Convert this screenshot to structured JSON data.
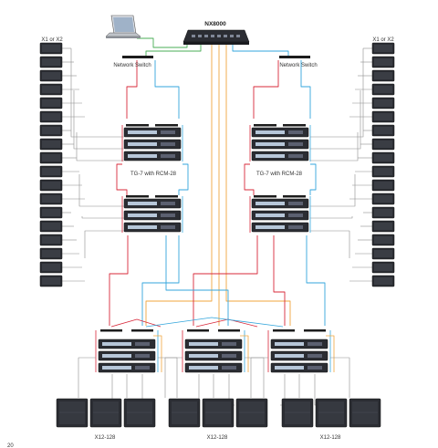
{
  "labels": {
    "nx": "NX8000",
    "switch_left": "Network Switch",
    "switch_right": "Network Switch",
    "speakers_left": "X1 or X2",
    "speakers_right": "X1 or X2",
    "tg_left": "TG-7 with RCM-28",
    "tg_right": "TG-7 with RCM-28",
    "x12_left": "X12-128",
    "x12_center": "X12-128",
    "x12_right": "X12-128",
    "page_number": "20"
  },
  "colors": {
    "red": "#d8283a",
    "blue": "#33a6dc",
    "orange": "#f0a63e",
    "green": "#48ad55",
    "gray": "#8e8e8e",
    "black": "#1c1c1c",
    "device": "#2b2d33",
    "screen": "#b7c7d9"
  },
  "icons": {
    "laptop": "laptop-icon",
    "nx8000": "nx8000-unit-icon",
    "switch": "network-switch-icon",
    "amp": "amplifier-rack-icon",
    "speaker": "speaker-cabinet-icon",
    "sub": "subwoofer-icon"
  }
}
